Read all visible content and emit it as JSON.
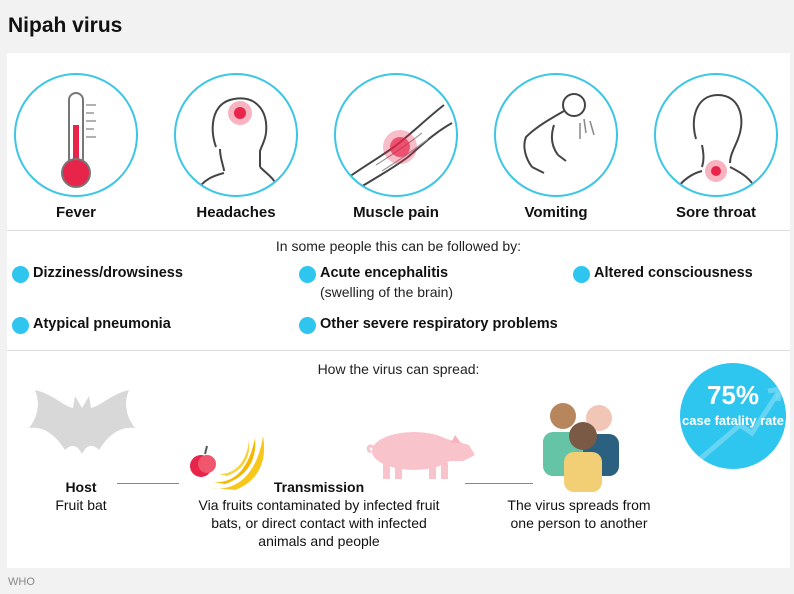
{
  "title": "Nipah virus",
  "symptoms": [
    {
      "label": "Fever",
      "icon": "thermometer-icon"
    },
    {
      "label": "Headaches",
      "icon": "headache-icon"
    },
    {
      "label": "Muscle pain",
      "icon": "muscle-pain-icon"
    },
    {
      "label": "Vomiting",
      "icon": "vomiting-icon"
    },
    {
      "label": "Sore throat",
      "icon": "sore-throat-icon"
    }
  ],
  "followup": {
    "heading": "In some people this can be followed by:",
    "items": [
      {
        "label": "Dizziness/drowsiness"
      },
      {
        "label": "Acute encephalitis",
        "note": "(swelling of the brain)"
      },
      {
        "label": "Altered consciousness"
      },
      {
        "label": "Atypical pneumonia"
      },
      {
        "label": "Other severe respiratory problems"
      }
    ]
  },
  "spread": {
    "heading": "How the virus can spread:",
    "host_title": "Host",
    "host_text": "Fruit bat",
    "transmission_title": "Transmission",
    "transmission_text": "Via fruits contaminated by infected fruit bats, or direct contact with infected animals and people",
    "person_text": "The virus spreads from one person to another"
  },
  "fatality": {
    "value": "75%",
    "label": "case fatality rate"
  },
  "source": "WHO",
  "colors": {
    "accent": "#2ec5ef",
    "symptom": "#e8244a"
  }
}
